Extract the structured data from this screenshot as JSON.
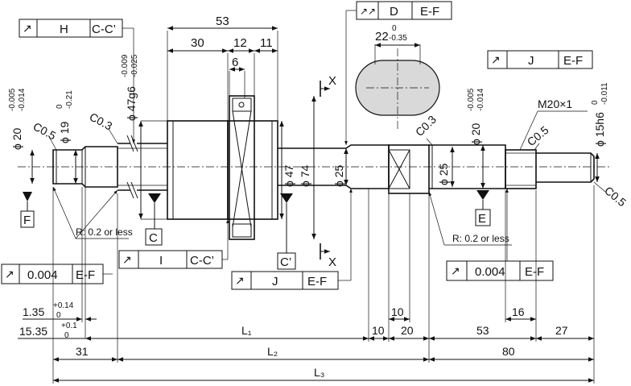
{
  "frame_symbol": "↗",
  "callouts": {
    "h_runout": {
      "symbol": "↗",
      "label": "H",
      "datum": "C-C’"
    },
    "d_runout": {
      "symbol": "↗↗",
      "label": "D",
      "datum": "E-F"
    },
    "j_runout_right": {
      "symbol": "↗",
      "label": "J",
      "datum": "E-F"
    },
    "i_runout": {
      "symbol": "↗",
      "label": "I",
      "datum": "C-C’"
    },
    "j_runout_bottom": {
      "symbol": "↗",
      "label": "J",
      "datum": "E-F"
    },
    "tol_left": {
      "symbol": "↗",
      "value": "0.004",
      "datum": "E-F"
    },
    "tol_right": {
      "symbol": "↗",
      "value": "0.004",
      "datum": "E-F"
    }
  },
  "datums": {
    "f": "F",
    "c": "C",
    "c_prime": "C’",
    "e": "E"
  },
  "section": {
    "x_top": "X",
    "x_bottom": "X"
  },
  "dims": {
    "d53_top": "53",
    "d30": "30",
    "d12": "12",
    "d11": "11",
    "d6": "6",
    "d22": "22",
    "d22_tol_upper": "0",
    "d22_tol_lower": "-0.35",
    "phi20_left": "ϕ 20",
    "phi20_left_upper": "-0.005",
    "phi20_left_lower": "-0.014",
    "phi19": "ϕ 19",
    "phi19_upper": "0",
    "phi19_lower": "-0.21",
    "phi47g6": "ϕ 47g6",
    "phi47g6_upper": "-0.009",
    "phi47g6_lower": "-0.025",
    "phi47": "ϕ 47",
    "phi74": "ϕ 74",
    "phi25_a": "ϕ 25",
    "phi25_b": "ϕ 25",
    "phi20_right": "ϕ 20",
    "phi20_right_upper": "-0.005",
    "phi20_right_lower": "-0.014",
    "phi15h6": "ϕ 15h6",
    "phi15h6_upper": "0",
    "phi15h6_lower": "-0.011",
    "m20": "M20×1",
    "c05_left": "C0.5",
    "c03_left": "C0.3",
    "c03_right": "C0.3",
    "c05_right_top": "C0.5",
    "c05_right_end": "C0.5",
    "r_left": "R: 0.2 or less",
    "r_right": "R: 0.2 or less",
    "d135": "1.35",
    "d135_upper": "+0.14",
    "d135_lower": "0",
    "d1535": "15.35",
    "d1535_upper": "+0.1",
    "d1535_lower": "0",
    "d31": "31",
    "l1": "L₁",
    "l2": "L₂",
    "l3": "L₃",
    "d10_a": "10",
    "d10_b": "10",
    "d20": "20",
    "d53_bottom": "53",
    "d16": "16",
    "d27": "27",
    "d80": "80"
  }
}
